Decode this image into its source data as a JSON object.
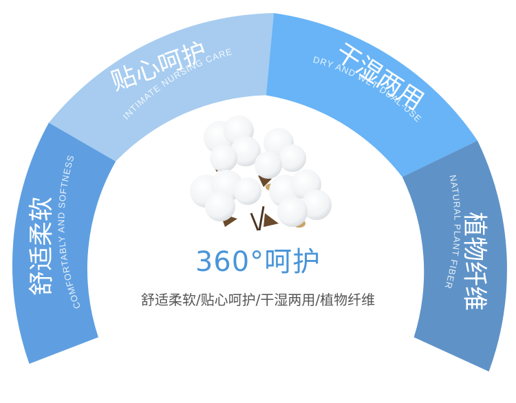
{
  "colors": {
    "segment_left": "#5f9fe1",
    "segment_top_left": "#a7ccf0",
    "segment_top_right": "#68b4f6",
    "segment_right": "#5f93c8",
    "main_title": "#4a95d8",
    "subtitle": "#555555"
  },
  "segments": [
    {
      "title": "舒适柔软",
      "subtitle": "COMFORTABLY AND SOFTNESS"
    },
    {
      "title": "贴心呵护",
      "subtitle": "INTIMATE NURSING CARE"
    },
    {
      "title": "干湿两用",
      "subtitle": "DRY AND WET DUAL-USE"
    },
    {
      "title": "植物纤维",
      "subtitle": "NATURAL PLANT FIBER"
    }
  ],
  "center": {
    "title": "360°呵护",
    "subtitle": "舒适柔软/贴心呵护/干湿两用/植物纤维",
    "image_icon": "cotton-icon"
  }
}
